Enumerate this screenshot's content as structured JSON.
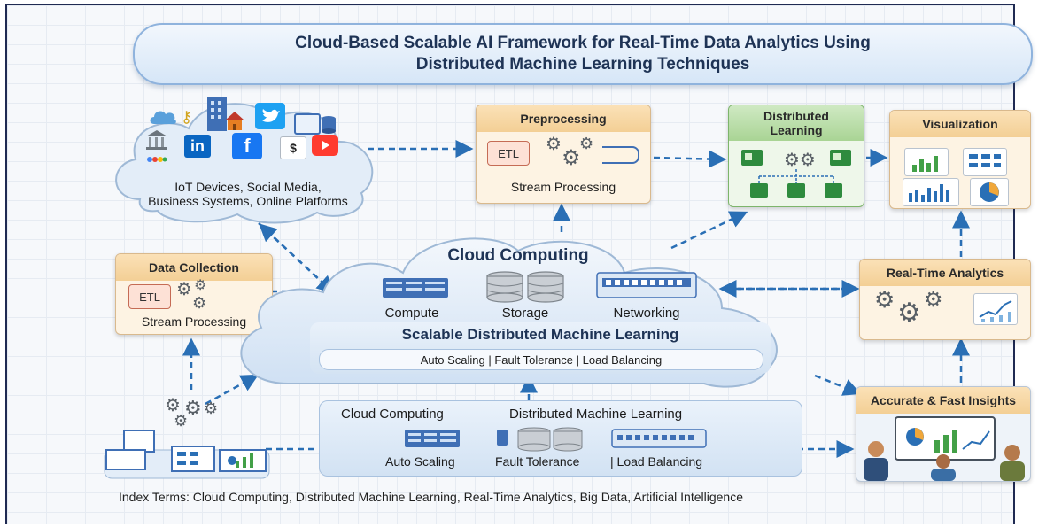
{
  "title": {
    "line1": "Cloud-Based Scalable AI Framework for Real-Time Data Analytics Using",
    "line2": "Distributed Machine Learning Techniques"
  },
  "sources": {
    "line1": "IoT Devices, Social Media,",
    "line2": "Business Systems, Online Platforms",
    "icons": [
      "cloud-icon",
      "key-icon",
      "building-icon",
      "house-icon",
      "twitter-icon",
      "monitor-icon",
      "database-icon",
      "bank-icon",
      "linkedin-icon",
      "facebook-icon",
      "dollar-icon",
      "youtube-icon",
      "google-icon"
    ],
    "linkedin": "in",
    "facebook": "f",
    "dollar": "$"
  },
  "preprocessing": {
    "title": "Preprocessing",
    "etl": "ETL",
    "caption": "Stream Processing"
  },
  "distributed_learning": {
    "title_line1": "Distributed",
    "title_line2": "Learning"
  },
  "visualization": {
    "title": "Visualization"
  },
  "data_collection": {
    "title": "Data Collection",
    "etl": "ETL",
    "caption": "Stream Processing"
  },
  "cloud": {
    "title": "Cloud Computing",
    "compute": "Compute",
    "storage": "Storage",
    "networking": "Networking",
    "sdml": "Scalable Distributed Machine Learning",
    "features": "Auto Scaling | Fault Tolerance | Load Balancing"
  },
  "realtime": {
    "title": "Real-Time Analytics"
  },
  "insights": {
    "title": "Accurate & Fast Insights"
  },
  "bottom_panel": {
    "heading_left": "Cloud Computing",
    "heading_right": "Distributed Machine Learning",
    "auto_scaling": "Auto Scaling",
    "fault_tolerance": "Fault Tolerance",
    "load_balancing": "| Load Balancing"
  },
  "index_terms": "Index Terms: Cloud Computing, Distributed Machine Learning, Real-Time Analytics, Big Data, Artificial Intelligence",
  "colors": {
    "arrow": "#2a6fb5",
    "orange_header": "#f3cf95",
    "green_header": "#a9d494",
    "banner_border": "#8fb3dd"
  }
}
